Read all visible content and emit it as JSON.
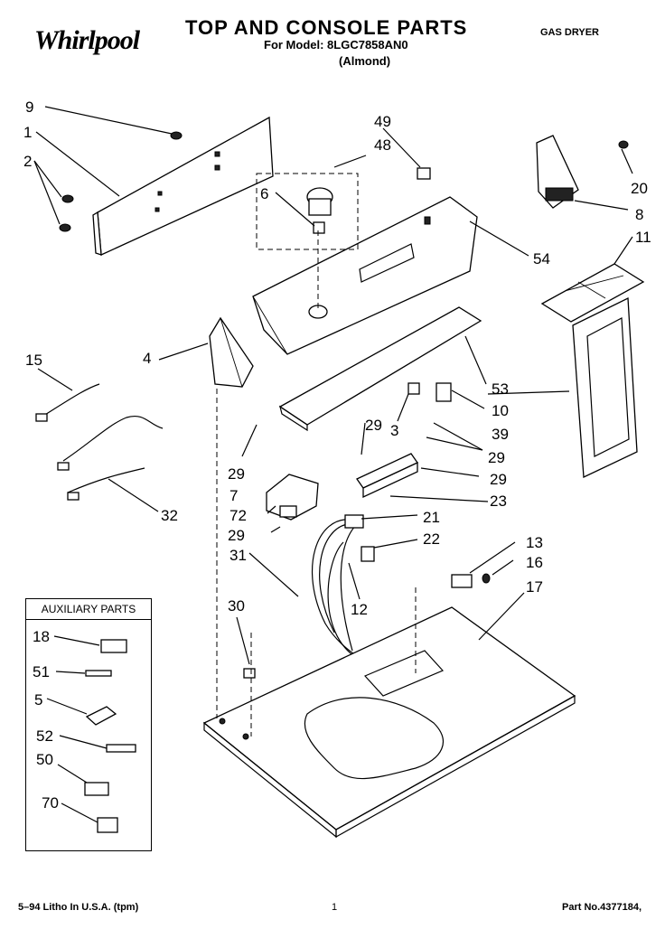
{
  "header": {
    "brand": "Whirlpool",
    "title": "TOP AND CONSOLE PARTS",
    "model": "For Model: 8LGC7858AN0",
    "color": "(Almond)",
    "type": "GAS DRYER"
  },
  "callouts": [
    "9",
    "1",
    "2",
    "49",
    "48",
    "6",
    "20",
    "8",
    "11",
    "54",
    "4",
    "15",
    "53",
    "10",
    "39",
    "29",
    "3",
    "29",
    "29",
    "7",
    "72",
    "21",
    "23",
    "29",
    "29",
    "22",
    "32",
    "31",
    "12",
    "13",
    "16",
    "17",
    "30",
    "18",
    "51",
    "5",
    "52",
    "50",
    "70"
  ],
  "auxiliary": {
    "title": "AUXILIARY PARTS"
  },
  "footer": {
    "litho": "5–94 Litho In U.S.A. (tpm)",
    "page": "1",
    "part_no": "Part No.4377184,"
  }
}
